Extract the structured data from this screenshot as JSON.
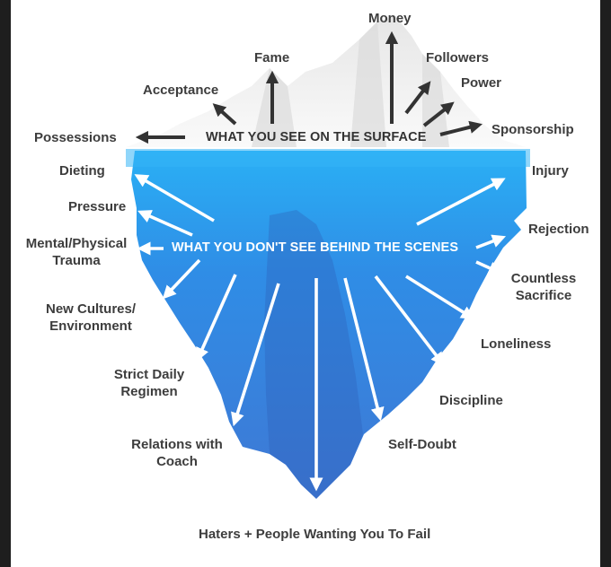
{
  "surface": {
    "heading": "WHAT YOU SEE ON THE SURFACE",
    "labels": {
      "money": "Money",
      "fame": "Fame",
      "followers": "Followers",
      "power": "Power",
      "acceptance": "Acceptance",
      "sponsorship": "Sponsorship",
      "possessions": "Possessions"
    }
  },
  "underwater": {
    "heading": "WHAT YOU DON'T SEE BEHIND THE SCENES",
    "labels": {
      "dieting": "Dieting",
      "pressure": "Pressure",
      "trauma_line1": "Mental/Physical",
      "trauma_line2": "Trauma",
      "cultures_line1": "New Cultures/",
      "cultures_line2": "Environment",
      "regimen_line1": "Strict Daily",
      "regimen_line2": "Regimen",
      "coach_line1": "Relations with",
      "coach_line2": "Coach",
      "haters": "Haters + People Wanting You To Fail",
      "self_doubt": "Self-Doubt",
      "discipline": "Discipline",
      "loneliness": "Loneliness",
      "sacrifice_line1": "Countless",
      "sacrifice_line2": "Sacrifice",
      "rejection": "Rejection",
      "injury": "Injury"
    }
  },
  "colors": {
    "background": "#ffffff",
    "label_text": "#3d3d3d",
    "water_light": "#29a3f0",
    "iceberg_blue": "#3f78d4",
    "iceberg_shadow": "#2f5eb8",
    "ice_white": "#f3f3f3",
    "ice_shade": "#d9d9d9",
    "surface_arrow": "#333333",
    "underwater_arrow": "#ffffff"
  }
}
